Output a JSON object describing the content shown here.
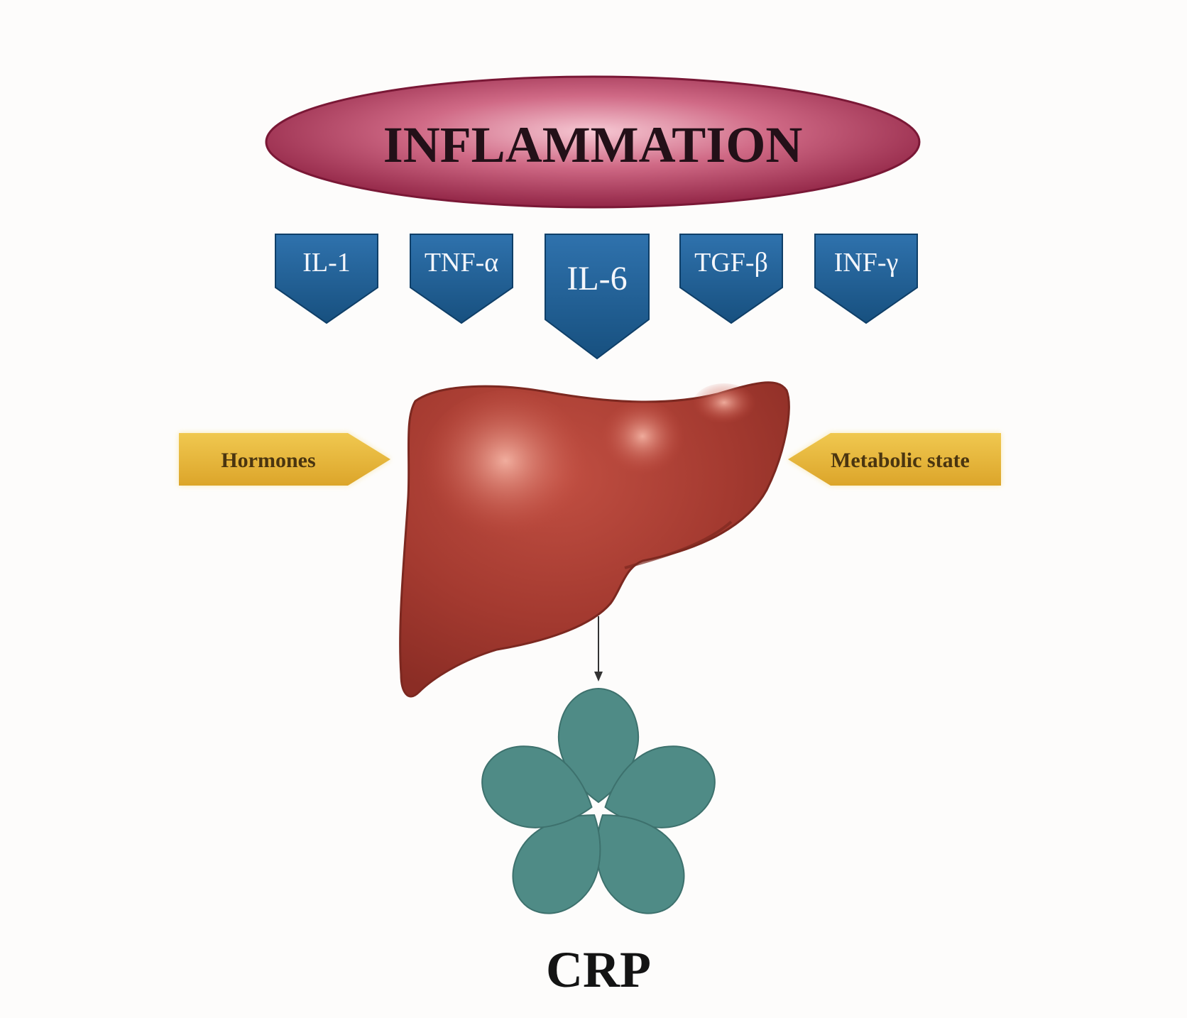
{
  "title": "INFLAMMATION",
  "cytokines": [
    "IL-1",
    "TNF-α",
    "IL-6",
    "TGF-β",
    "INF-γ"
  ],
  "left_input": "Hormones",
  "right_input": "Metabolic state",
  "organ": "liver-icon",
  "output_label": "CRP",
  "output_icon": "crp-pentamer-icon",
  "colors": {
    "ellipse": "#a8304f",
    "cytokine": "#1e5d98",
    "input_arrow": "#e6b63a",
    "liver": "#a13a30",
    "crp": "#4f8b86"
  }
}
